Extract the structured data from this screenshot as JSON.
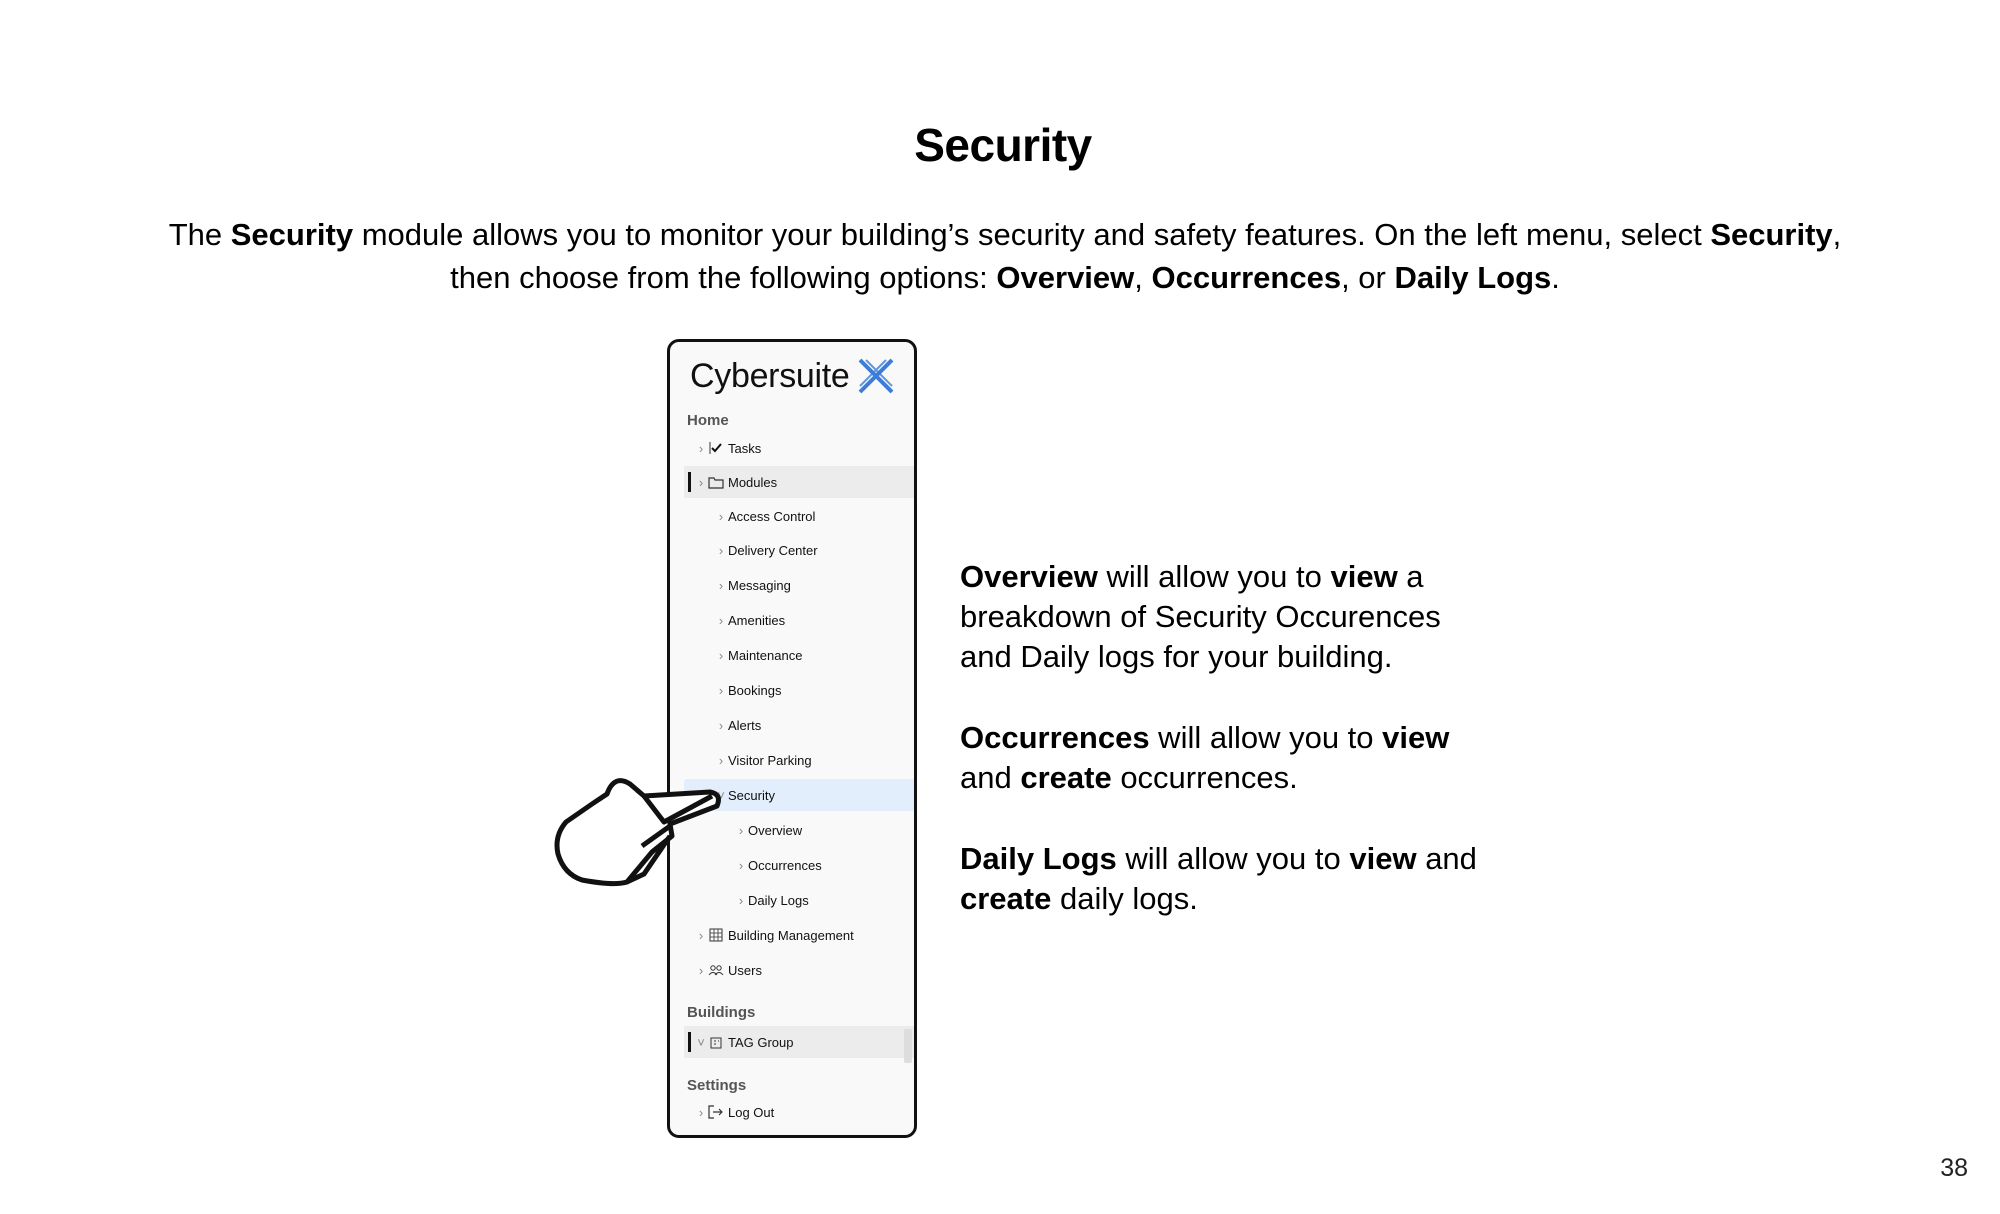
{
  "title": "Security",
  "intro": {
    "p1": "The ",
    "b1": "Security",
    "p2": " module allows you to monitor your building’s security and safety features. On the left menu, select ",
    "b2": "Security",
    "p3": ", then choose from the following options: ",
    "b3": "Overview",
    "p4": ", ",
    "b4": "Occurrences",
    "p5": ", or ",
    "b5": "Daily Logs",
    "p6": "."
  },
  "menu": {
    "logo": "Cybersuite",
    "home_label": "Home",
    "buildings_label": "Buildings",
    "settings_label": "Settings",
    "items": {
      "tasks": "Tasks",
      "modules": "Modules",
      "access_control": "Access Control",
      "delivery_center": "Delivery Center",
      "messaging": "Messaging",
      "amenities": "Amenities",
      "maintenance": "Maintenance",
      "bookings": "Bookings",
      "alerts": "Alerts",
      "visitor_parking": "Visitor Parking",
      "security": "Security",
      "overview": "Overview",
      "occurrences": "Occurrences",
      "daily_logs": "Daily Logs",
      "building_management": "Building Management",
      "users": "Users",
      "tag_group": "TAG Group",
      "log_out": "Log Out"
    },
    "accent_color": "#3b7dd8",
    "selected_bg": "#e3eefc"
  },
  "descriptions": {
    "overview": {
      "b1": "Overview",
      "t1": " will allow you to ",
      "b2": "view",
      "t2": " a breakdown of Security Occurences and Daily logs for your building."
    },
    "occurrences": {
      "b1": "Occurrences",
      "t1": " will allow you to ",
      "b2": "view",
      "t2": " and ",
      "b3": "create",
      "t3": " occurrences."
    },
    "daily_logs": {
      "b1": "Daily Logs",
      "t1": " will allow you to ",
      "b2": "view",
      "t2": " and ",
      "b3": "create",
      "t3": " daily logs."
    }
  },
  "page_number": "38"
}
